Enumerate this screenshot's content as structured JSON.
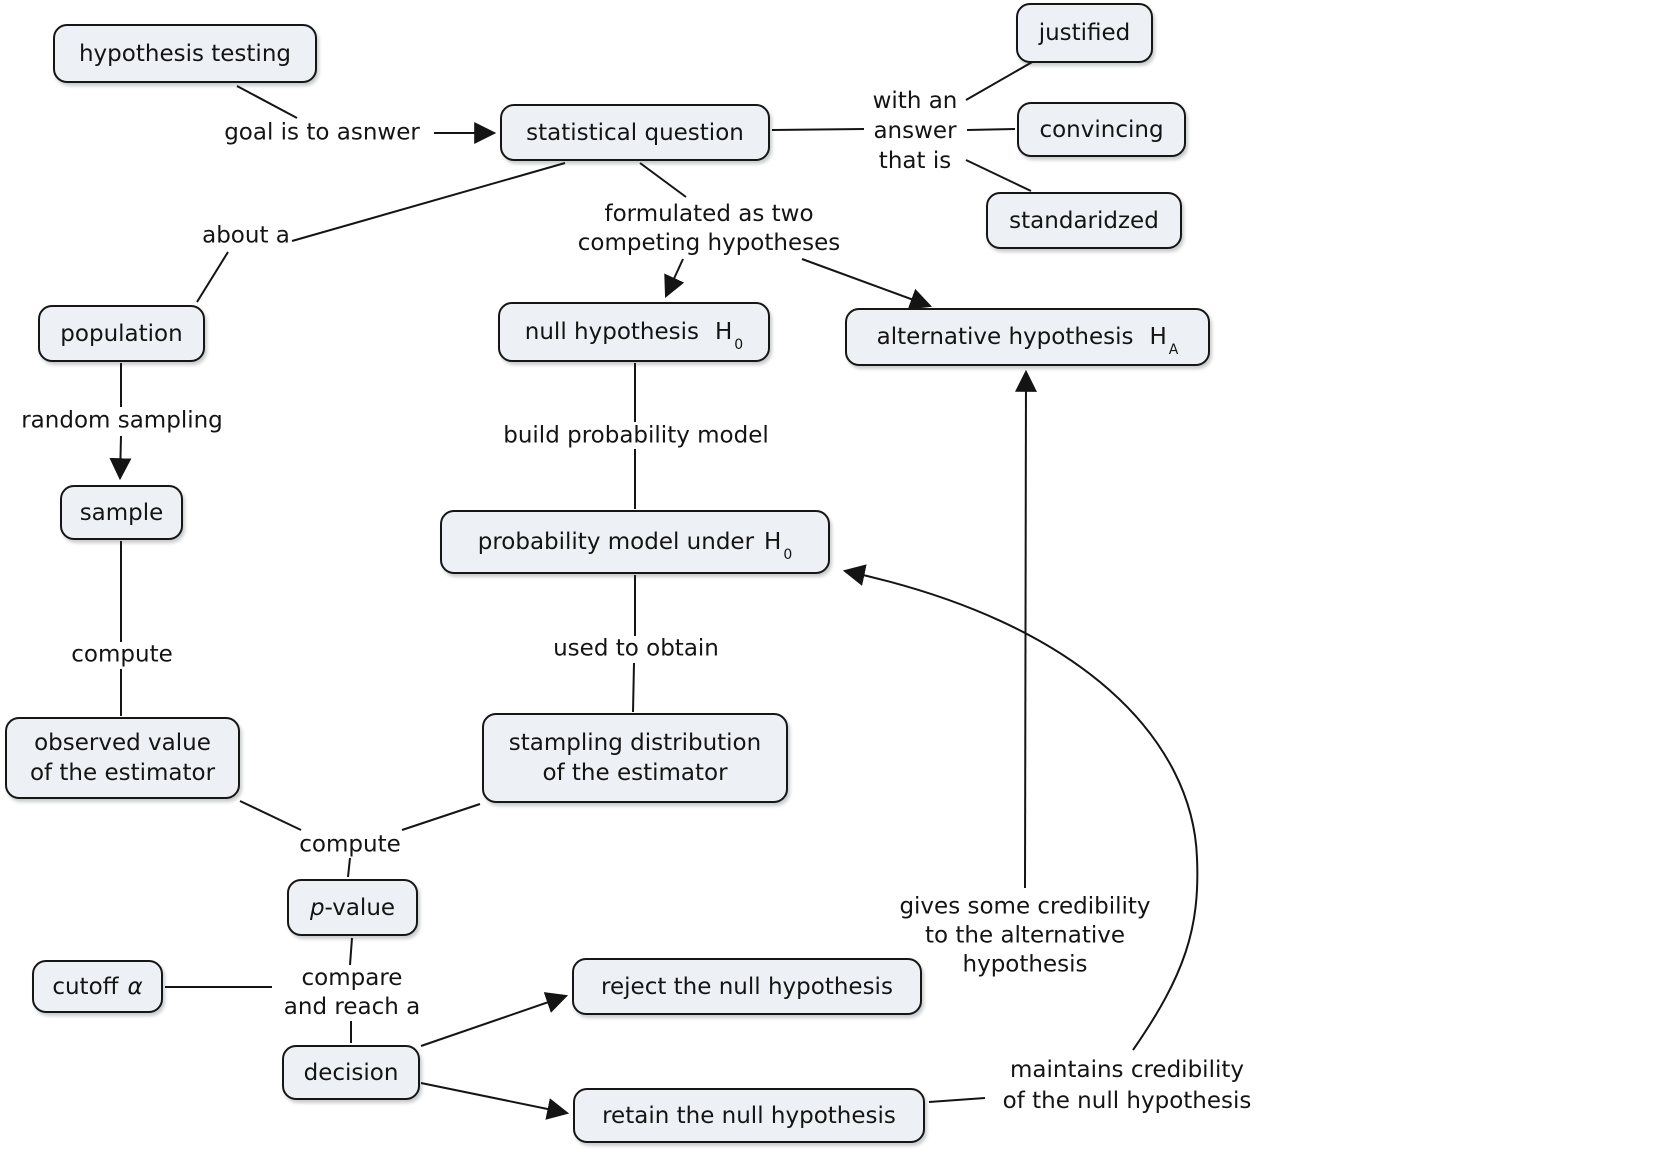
{
  "colors": {
    "background": "#ffffff",
    "node_fill": "#edf1f5",
    "node_border": "#161616",
    "line": "#141414",
    "text": "#141414"
  },
  "nodes": {
    "hypothesis_testing": "hypothesis testing",
    "statistical_question": "statistical question",
    "justified": "justified",
    "convincing": "convincing",
    "standaridzed": "standaridzed",
    "population": "population",
    "null_hypothesis": {
      "text": "null hypothesis",
      "symbol": "H",
      "subscript": "0"
    },
    "alternative_hypothesis": {
      "text": "alternative hypothesis",
      "symbol": "H",
      "subscript": "A"
    },
    "sample": "sample",
    "probability_model": {
      "text": "probability model under",
      "symbol": "H",
      "subscript": "0"
    },
    "observed_value": {
      "line1": "observed value",
      "line2": "of the estimator"
    },
    "stampling_distribution": {
      "line1": "stampling distribution",
      "line2": "of the estimator"
    },
    "p_value": {
      "italic": "p",
      "rest": "-value"
    },
    "cutoff": {
      "text": "cutoff",
      "symbol": "α"
    },
    "decision": "decision",
    "reject": "reject the null hypothesis",
    "retain": "retain the null hypothesis"
  },
  "edge_labels": {
    "goal": "goal is to asnwer",
    "about": "about a",
    "with_an": "with an",
    "answer": "answer",
    "that_is": "that is",
    "formulated_1": "formulated as two",
    "formulated_2": "competing hypotheses",
    "random_sampling": "random sampling",
    "build_model": "build probability model",
    "used_to_obtain": "used to obtain",
    "compute_left": "compute",
    "compute_mid": "compute",
    "compare_1": "compare",
    "compare_2": "and reach a",
    "gives_1": "gives some credibility",
    "gives_2": "to the alternative",
    "gives_3": "hypothesis",
    "maintains_1": "maintains credibility",
    "maintains_2": "of the null hypothesis"
  }
}
